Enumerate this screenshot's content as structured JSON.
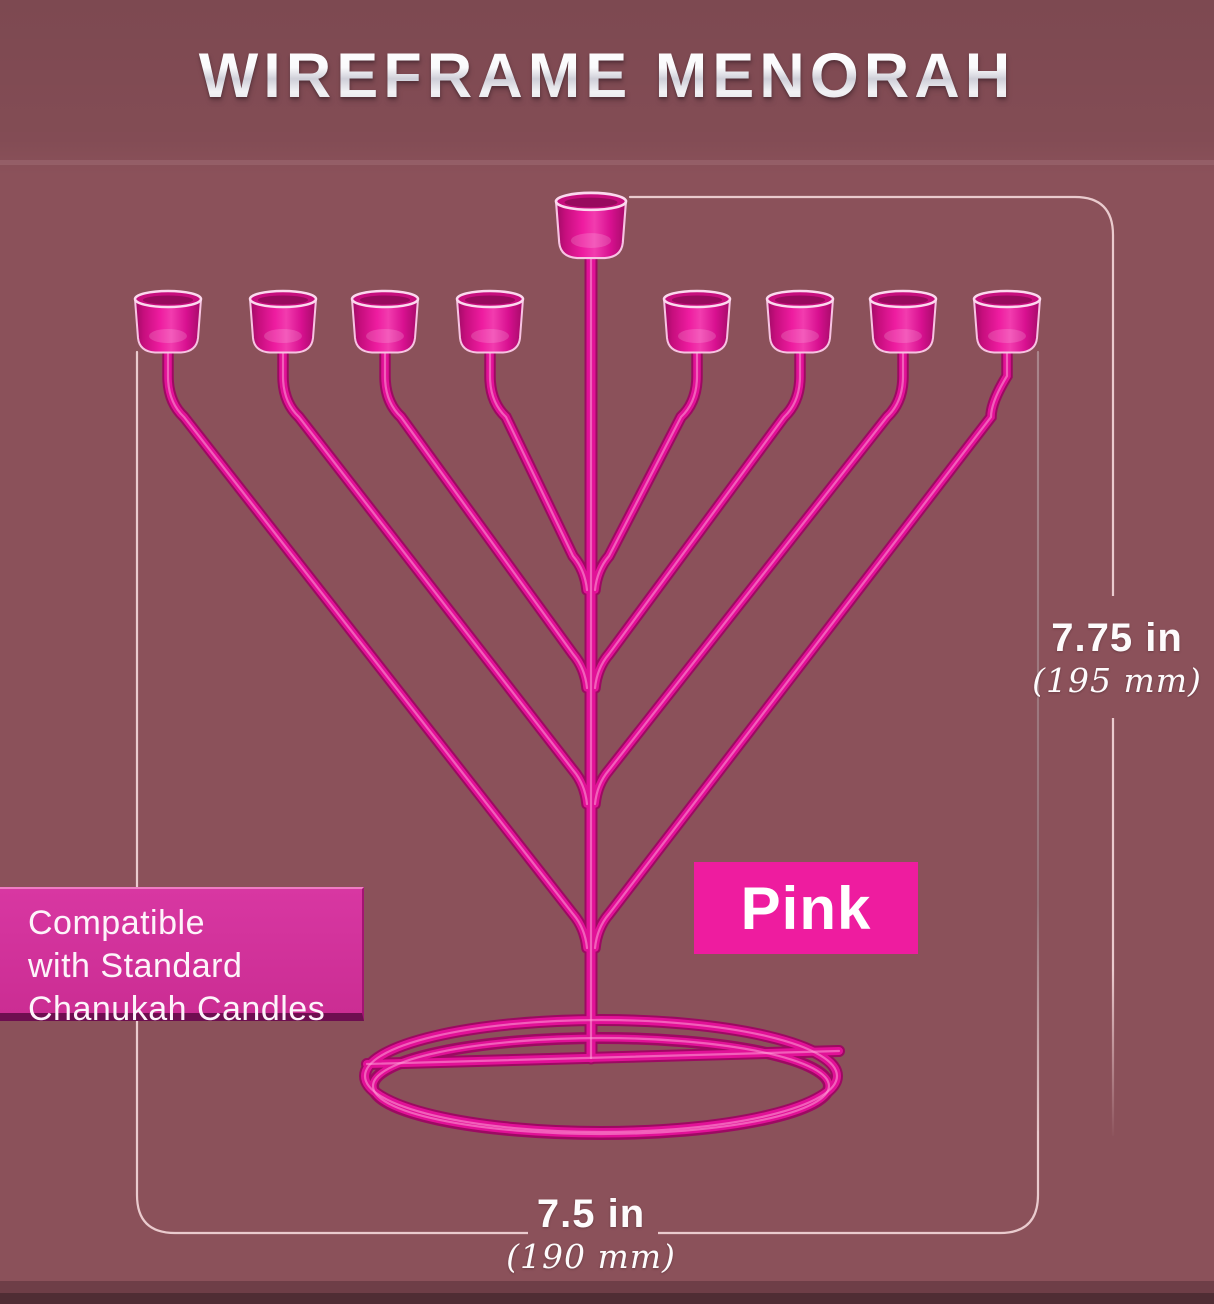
{
  "page": {
    "title": "WIREFRAME MENORAH"
  },
  "product": {
    "name": "Wireframe Menorah",
    "color_label": "Pink",
    "compatibility_note": {
      "line1": "Compatible",
      "line2": "with Standard",
      "line3": "Chanukah Candles"
    }
  },
  "dimensions": {
    "height": {
      "inches": "7.75 in",
      "millimeters": "(195 mm)"
    },
    "width": {
      "inches": "7.5 in",
      "millimeters": "(190 mm)"
    }
  },
  "colors": {
    "background_maroon": "#8B515A",
    "menorah_pink": "#E11197",
    "menorah_pink_dark": "#9C0A62",
    "badge_pink": "#EE1C9F",
    "note_box_pink": "#CF2F97",
    "note_box_edge": "#6E0E50",
    "dimension_line": "#EACBCE",
    "title_text": "#FFFFFF"
  }
}
